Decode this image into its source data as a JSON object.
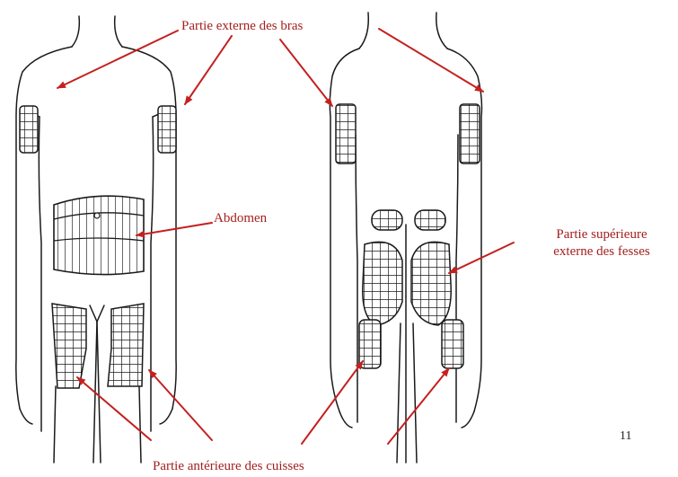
{
  "labels": {
    "arms": "Partie externe des bras",
    "abdomen": "Abdomen",
    "buttocks_line1": "Partie supérieure",
    "buttocks_line2": "externe des fesses",
    "thighs": "Partie antérieure des cuisses"
  },
  "page_number": "11",
  "colors": {
    "label_text": "#a31f1f",
    "arrow": "#c42020",
    "outline": "#1a1a1a"
  }
}
